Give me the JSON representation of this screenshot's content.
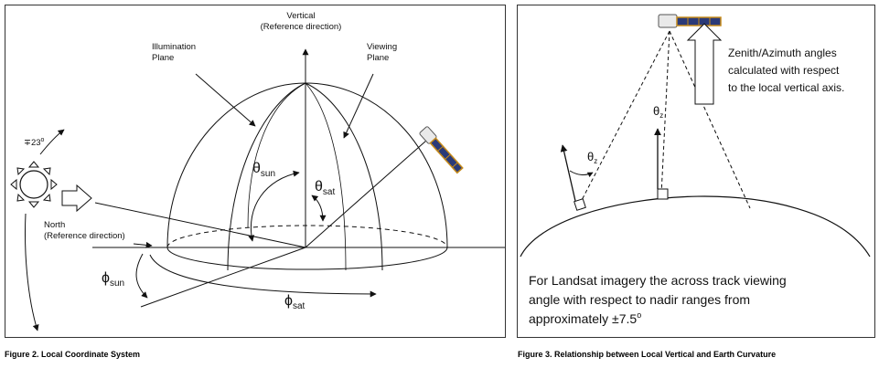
{
  "left_figure": {
    "caption": "Figure 2. Local Coordinate System",
    "vertical_label_1": "Vertical",
    "vertical_label_2": "(Reference direction)",
    "illumination_label_1": "Illumination",
    "illumination_label_2": "Plane",
    "viewing_label_1": "Viewing",
    "viewing_label_2": "Plane",
    "theta_sun_main": "θ",
    "theta_sun_sub": "sun",
    "theta_sat_main": "θ",
    "theta_sat_sub": "sat",
    "phi_sun_main": "ϕ",
    "phi_sun_sub": "sun",
    "phi_sat_main": "ϕ",
    "phi_sat_sub": "sat",
    "north_label_1": "North",
    "north_label_2": "(Reference direction)",
    "tilt_label": "∓23",
    "tilt_degree": "o"
  },
  "right_figure": {
    "caption": "Figure 3. Relationship between Local Vertical and Earth Curvature",
    "note_line_1": "Zenith/Azimuth angles",
    "note_line_2": "calculated with respect",
    "note_line_3": "to the local vertical axis.",
    "theta_z_left_main": "θ",
    "theta_z_left_sub": "z",
    "theta_z_center_main": "θ",
    "theta_z_center_sub": "z",
    "body_line_1": "For Landsat imagery the across track  viewing",
    "body_line_2": "angle with respect to nadir  ranges from",
    "body_line_3": "approximately ±7.5",
    "body_degree": "o"
  }
}
